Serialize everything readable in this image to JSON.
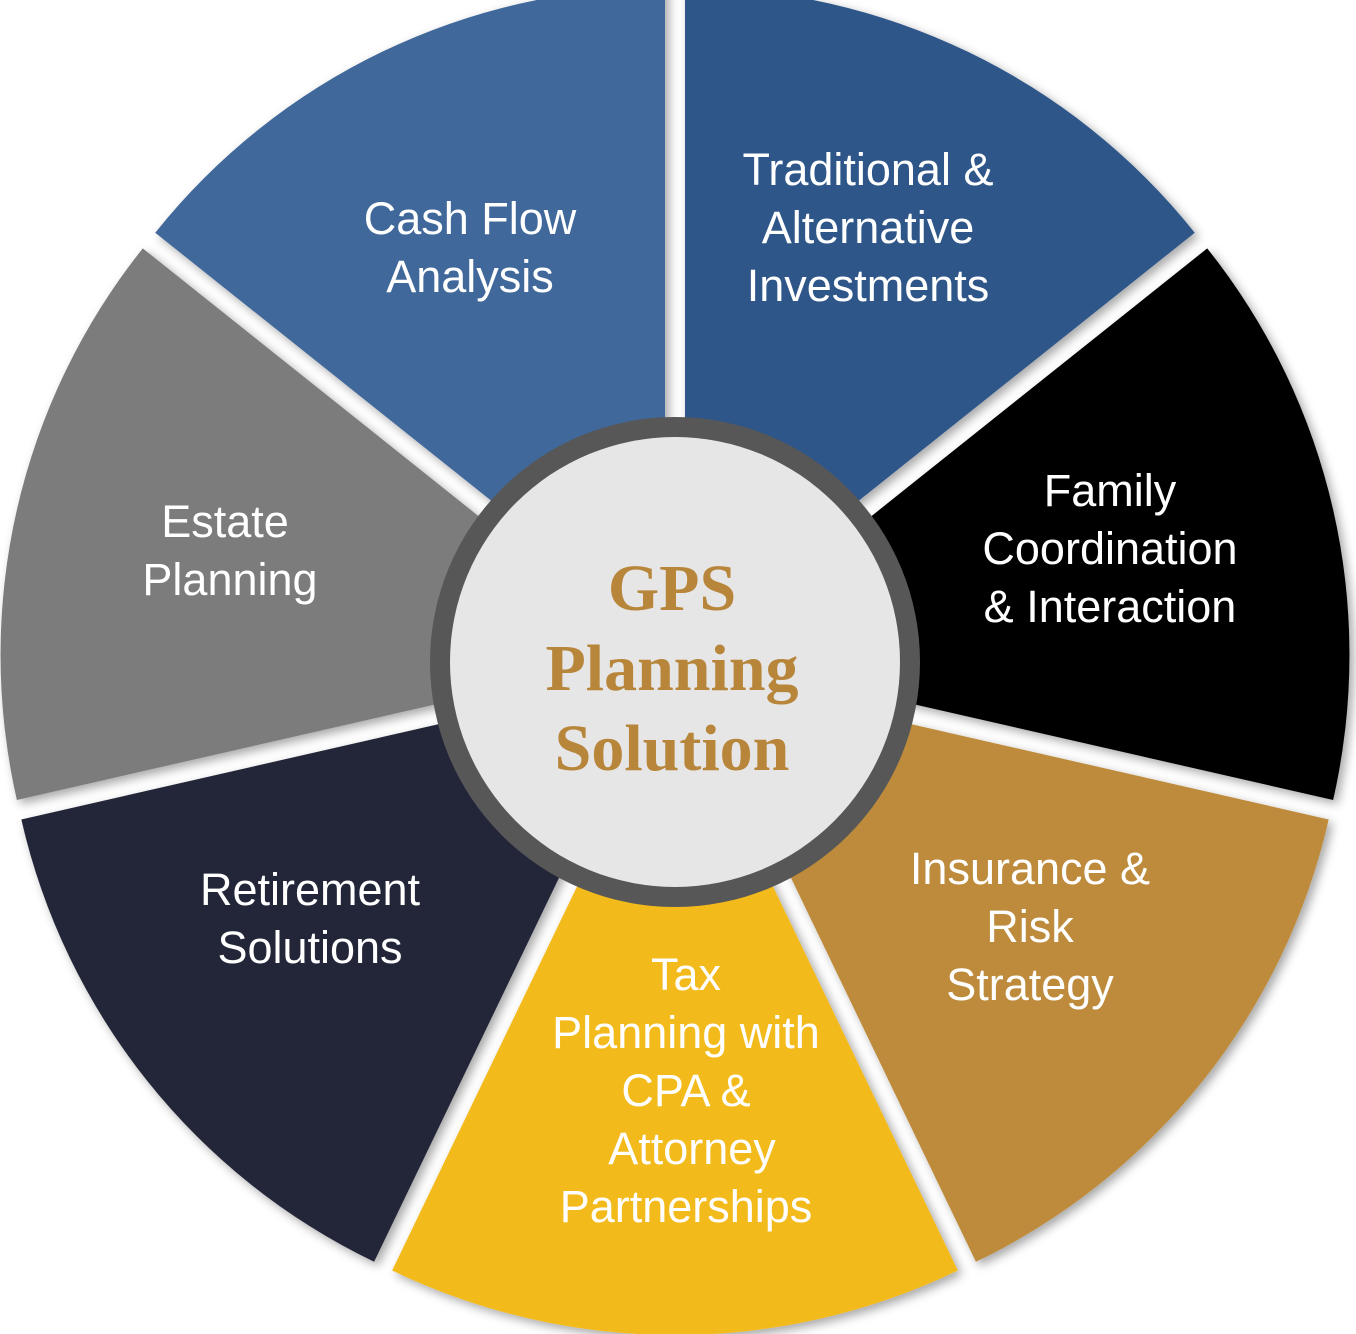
{
  "center": {
    "lines": [
      "GPS",
      "Planning",
      "Solution"
    ],
    "text_color": "#b8863b",
    "ring_color": "#575757",
    "fill_color": "#e6e6e6"
  },
  "segments": [
    {
      "name": "traditional-alternative-investments",
      "lines": [
        "Traditional &",
        "Alternative",
        "Investments"
      ],
      "color": "#2e5789"
    },
    {
      "name": "family-coordination-interaction",
      "lines": [
        "Family",
        "Coordination",
        "& Interaction"
      ],
      "color": "#000000"
    },
    {
      "name": "insurance-risk-strategy",
      "lines": [
        "Insurance &",
        "Risk",
        "Strategy"
      ],
      "color": "#bd8b3b"
    },
    {
      "name": "tax-planning",
      "lines": [
        "Tax",
        "Planning with",
        "CPA &",
        "Attorney",
        "Partnerships"
      ],
      "color": "#f3ba1f"
    },
    {
      "name": "retirement-solutions",
      "lines": [
        "Retirement",
        "Solutions"
      ],
      "color": "#212639"
    },
    {
      "name": "estate-planning",
      "lines": [
        "Estate",
        "Planning"
      ],
      "color": "#7b7c7b"
    },
    {
      "name": "cash-flow-analysis",
      "lines": [
        "Cash Flow",
        "Analysis"
      ],
      "color": "#41679a"
    }
  ]
}
